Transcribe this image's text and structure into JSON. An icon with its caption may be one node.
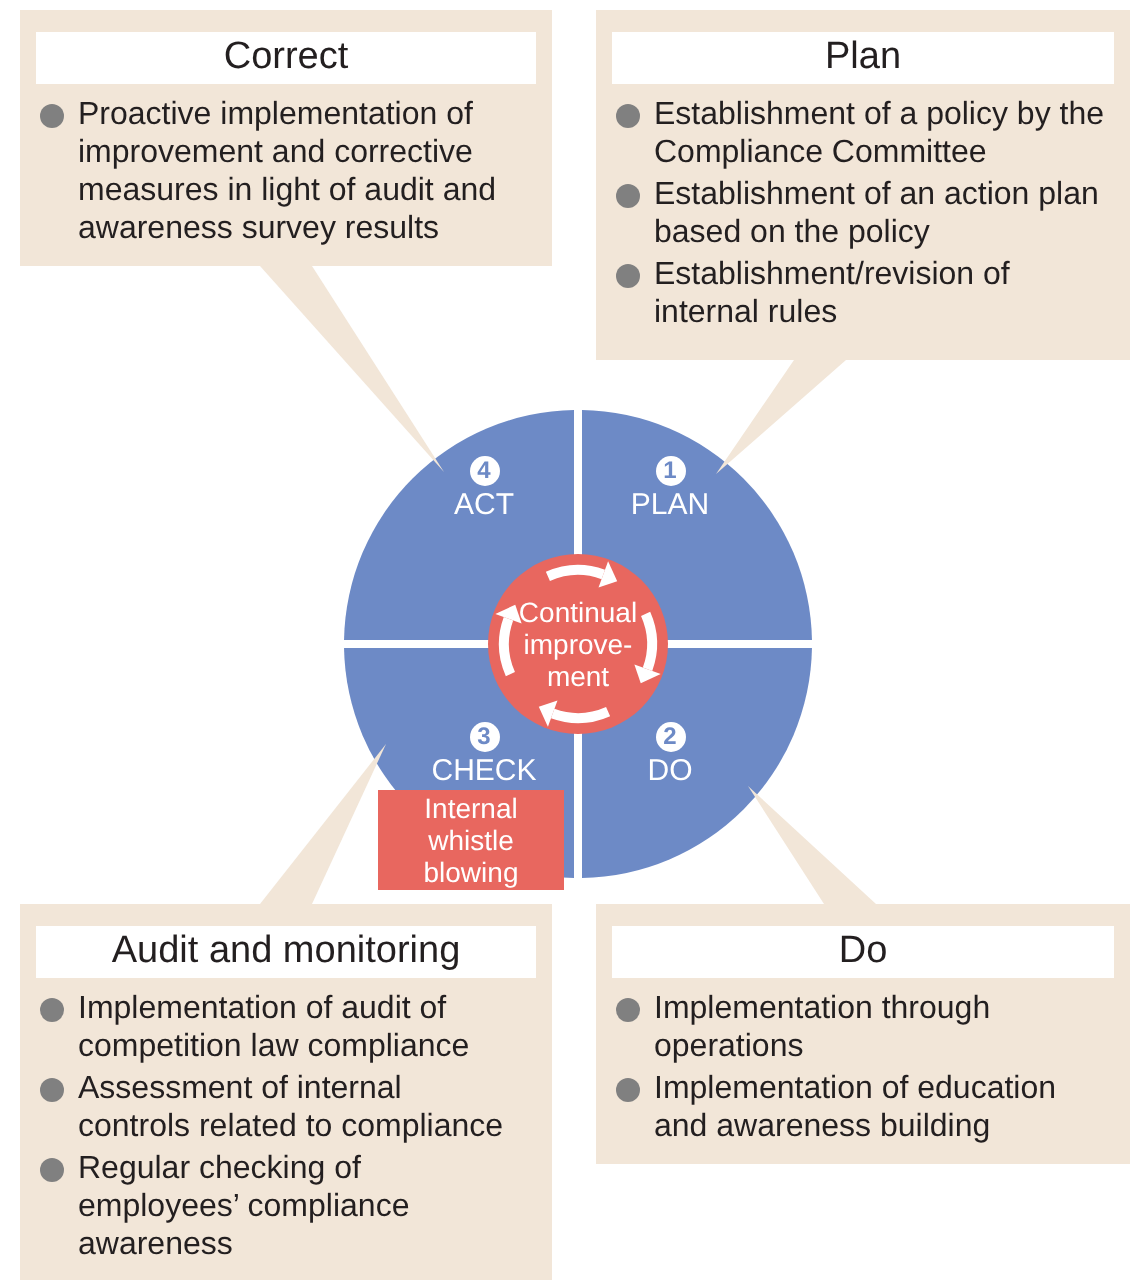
{
  "diagram": {
    "nodes": [
      {
        "text": [
          "Correct",
          "Proactive implementation of improvement and corrective measures in light of audit and awareness survey results"
        ]
      },
      {
        "text": [
          "Plan",
          "Establishment of a policy by the Compliance Committee",
          "Establishment of an action plan based on the policy",
          "Establishment/revision of internal rules"
        ]
      },
      {
        "text": [
          "Audit and monitoring",
          "Implementation of audit of competition law compliance",
          "Assessment of internal controls related to compliance",
          "Regular checking of employees’ compliance awareness"
        ]
      },
      {
        "text": [
          "Do",
          "Implementation through operations",
          "Implementation of education and awareness building"
        ]
      },
      {
        "text": [
          "4",
          "ACT"
        ]
      },
      {
        "text": [
          "1",
          "PLAN"
        ]
      },
      {
        "text": [
          "3",
          "CHECK"
        ]
      },
      {
        "text": [
          "2",
          "DO"
        ]
      },
      {
        "text": [
          "Continual improve-ment"
        ]
      },
      {
        "text": [
          "Internal whistle blowing"
        ]
      }
    ],
    "edges": [
      {
        "from": 0,
        "to": 4,
        "arrow": "none"
      },
      {
        "from": 1,
        "to": 5,
        "arrow": "none"
      },
      {
        "from": 2,
        "to": 6,
        "arrow": "none"
      },
      {
        "from": 3,
        "to": 7,
        "arrow": "none"
      }
    ]
  }
}
